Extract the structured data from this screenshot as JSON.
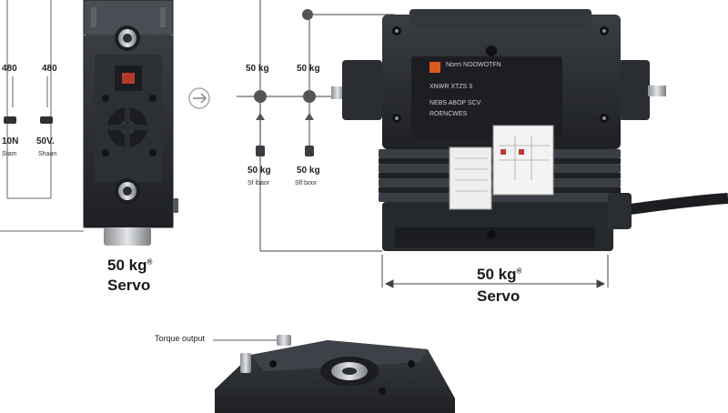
{
  "left_column": {
    "top_value_1": "480",
    "top_value_2": "480",
    "mid_value_1": "10N",
    "mid_value_2": "50V.",
    "sub_label_1": "Stam",
    "sub_label_2": "Shaan"
  },
  "wiring": {
    "top_label_1": "50 kg",
    "top_label_2": "50 kg",
    "bottom_label_1": "50 kg",
    "bottom_label_2": "50 kg",
    "sub_label_1": "Sf lbaor",
    "sub_label_2": "Sfl boor"
  },
  "left_servo": {
    "caption_line1": "50 kg",
    "caption_line2": "Servo",
    "caption_mark": "®"
  },
  "main_servo": {
    "plate_line1": "Norm  NOOWOTFN",
    "plate_line2": "XNWR  XTZS 3",
    "plate_line3": "NEBS   ABOP  SCV",
    "plate_line4": "ROENCWES",
    "caption_line1": "50 kg",
    "caption_line2": "Servo",
    "caption_mark": "®",
    "brand_color": "#e05a1c"
  },
  "bottom_servo": {
    "callout_label": "Torque output"
  }
}
